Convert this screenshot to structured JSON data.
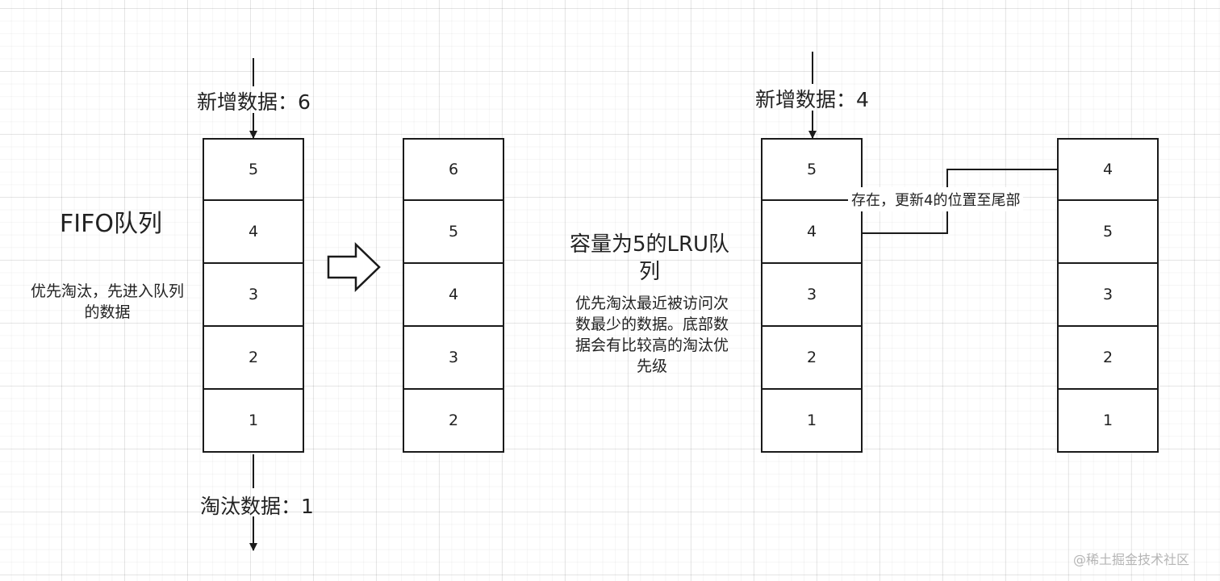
{
  "fifo": {
    "new_data_label": "新增数据：6",
    "title": "FIFO队列",
    "description": "优先淘汰，先进入队列的数据",
    "before_cells": [
      "5",
      "4",
      "3",
      "2",
      "1"
    ],
    "after_cells": [
      "6",
      "5",
      "4",
      "3",
      "2"
    ],
    "evicted_label": "淘汰数据：1"
  },
  "lru": {
    "new_data_label": "新增数据：4",
    "title": "容量为5的LRU队列",
    "description": "优先淘汰最近被访问次数最少的数据。底部数据会有比较高的淘汰优先级",
    "before_cells": [
      "5",
      "4",
      "3",
      "2",
      "1"
    ],
    "after_cells": [
      "4",
      "5",
      "3",
      "2",
      "1"
    ],
    "update_note": "存在，更新4的位置至尾部"
  },
  "watermark": "@稀土掘金技术社区"
}
